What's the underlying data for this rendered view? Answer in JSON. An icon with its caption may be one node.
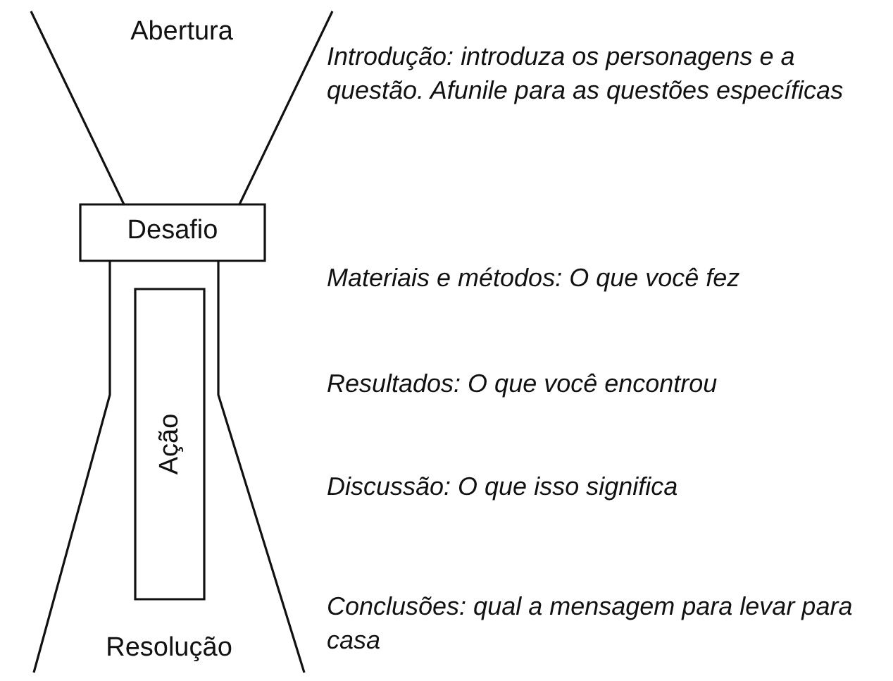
{
  "diagram": {
    "nodes": [
      {
        "text": [
          "Abertura"
        ]
      },
      {
        "text": [
          "Desafio"
        ]
      },
      {
        "text": [
          "Resolução"
        ]
      },
      {
        "text": [
          "Ação"
        ],
        "in": 2
      }
    ],
    "labels": [
      "Introdução: introduza os personagens e a questão. Afunile para as questões específicas",
      "Materiais e métodos: O que você fez",
      "Resultados: O que você encontrou",
      "Discussão: O que isso significa",
      "Conclusões: qual a mensagem para levar para casa"
    ]
  }
}
